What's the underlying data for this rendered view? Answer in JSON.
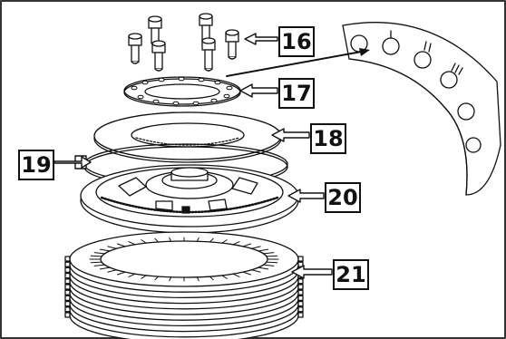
{
  "diagram": {
    "parts": [
      {
        "id": "16",
        "label": "16",
        "name": "bolts"
      },
      {
        "id": "17",
        "label": "17",
        "name": "spring-retainer"
      },
      {
        "id": "18",
        "label": "18",
        "name": "pressure-plate"
      },
      {
        "id": "19",
        "label": "19",
        "name": "spring-ring"
      },
      {
        "id": "20",
        "label": "20",
        "name": "clutch-hub"
      },
      {
        "id": "21",
        "label": "21",
        "name": "clutch-disc-pack"
      }
    ],
    "colors": {
      "line": "#111111",
      "background": "#ffffff",
      "frame": "#333333"
    }
  }
}
